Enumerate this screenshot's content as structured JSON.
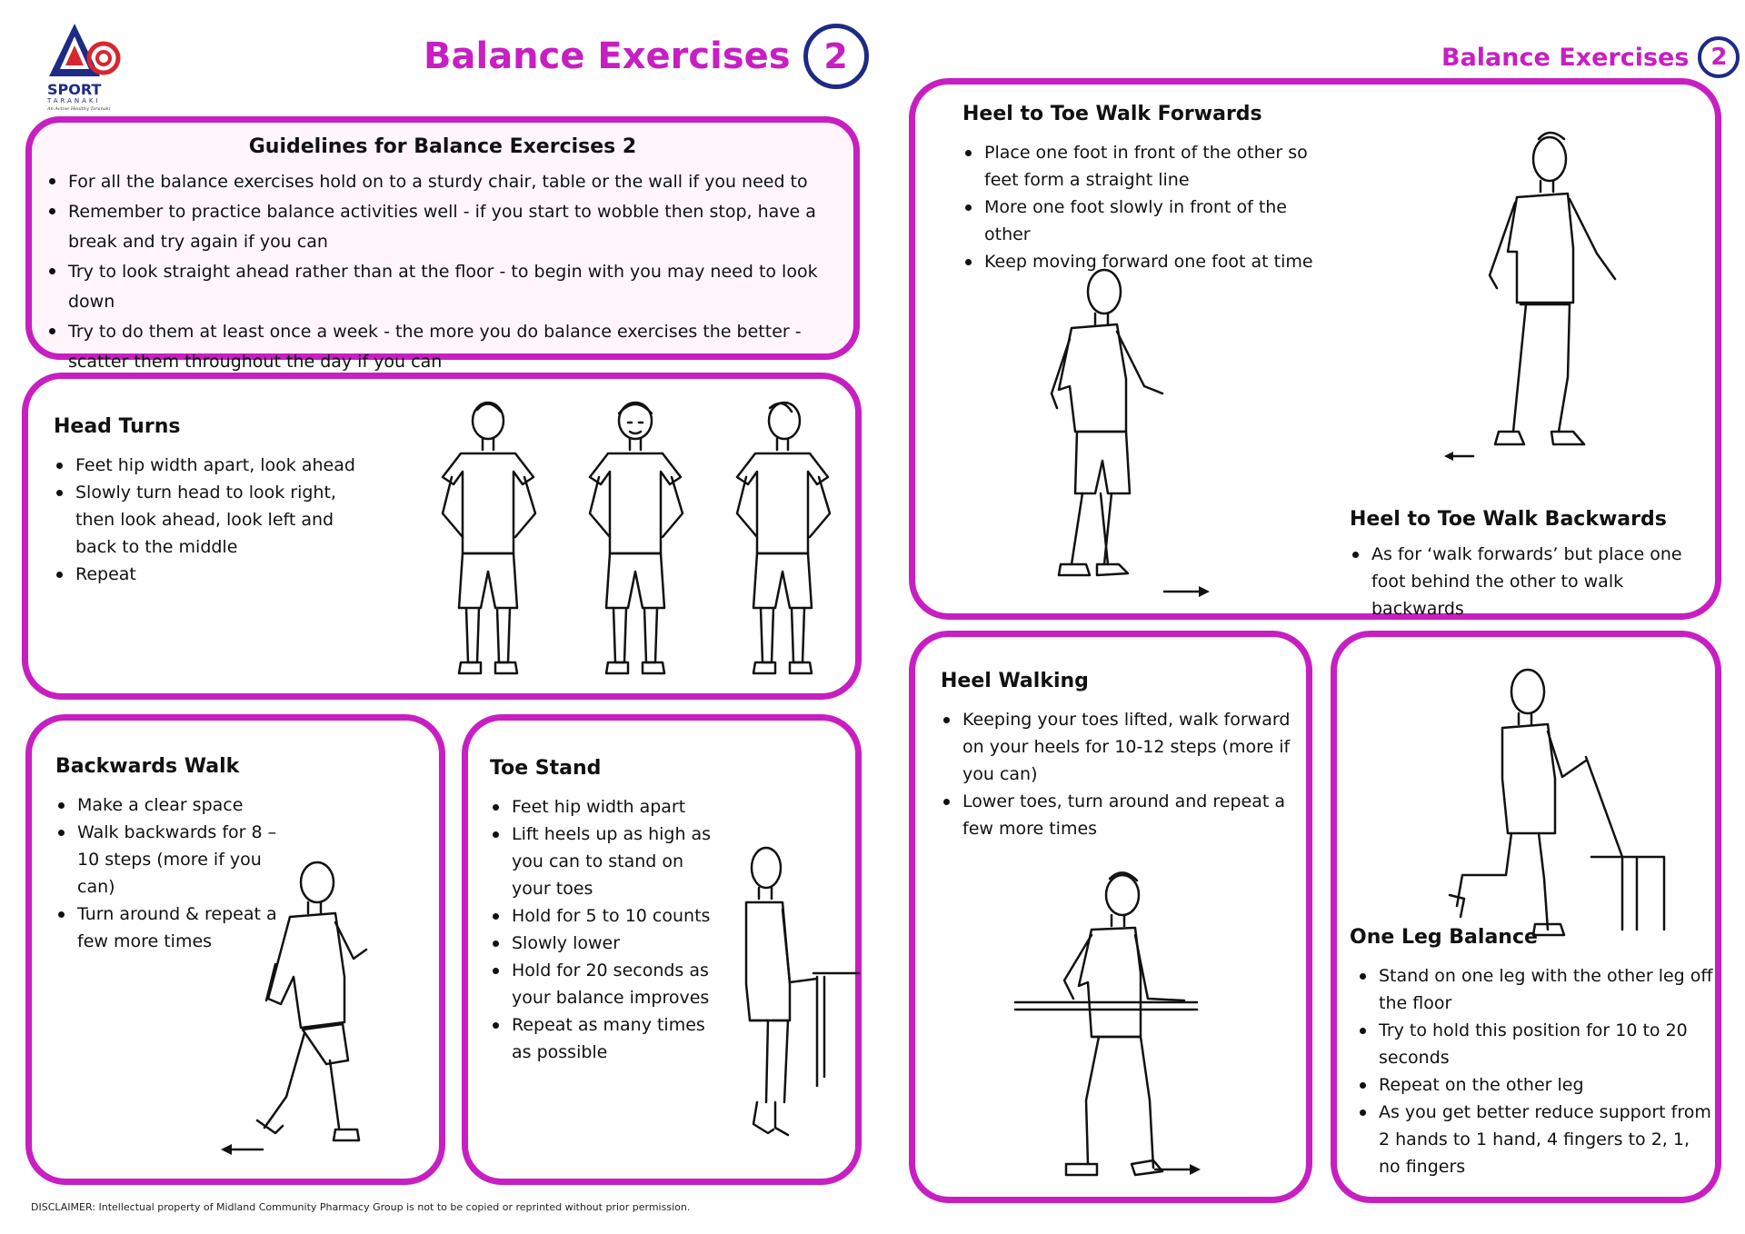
{
  "header": {
    "title": "Balance Exercises",
    "number": "2",
    "right_title": "Balance Exercises",
    "right_number": "2"
  },
  "logo": {
    "brand_line1": "SPORT",
    "brand_line2": "TARANAKI",
    "tagline": "An Active Healthy Taranaki"
  },
  "guidelines": {
    "heading": "Guidelines for Balance Exercises 2",
    "items": [
      "For all the balance exercises hold on to a sturdy chair, table or the wall if you need to",
      "Remember to practice balance activities well - if you start to wobble then stop, have a break and try again if you can",
      "Try to look straight ahead rather than at the floor - to begin with you may need to look down",
      "Try to do them at least once a week - the more you do balance exercises the better - scatter them throughout the day if you can"
    ]
  },
  "head_turns": {
    "heading": "Head Turns",
    "items": [
      "Feet hip width apart, look ahead",
      "Slowly turn head to look right, then look ahead, look left and back to the middle",
      "Repeat"
    ]
  },
  "backwards_walk": {
    "heading": "Backwards Walk",
    "items": [
      "Make a clear space",
      "Walk backwards for 8 – 10 steps (more if you can)",
      "Turn around & repeat a few more times"
    ]
  },
  "toe_stand": {
    "heading": "Toe Stand",
    "items": [
      "Feet hip width apart",
      "Lift heels up as high as you can to stand on your toes",
      "Hold for 5 to 10 counts",
      "Slowly lower",
      "Hold for 20 seconds as your balance improves",
      "Repeat as many times as possible"
    ]
  },
  "heel_to_toe": {
    "heading_forwards": "Heel to Toe Walk Forwards",
    "items_forwards": [
      "Place one foot in front of the other so feet form a straight line",
      "More one foot slowly in front of the other",
      "Keep moving forward one foot at time"
    ],
    "heading_backwards": "Heel to Toe Walk Backwards",
    "items_backwards": [
      "As for ‘walk forwards’ but place one foot behind the other to walk backwards"
    ]
  },
  "heel_walking": {
    "heading": "Heel Walking",
    "items": [
      "Keeping your toes lifted, walk forward on your heels for 10-12 steps (more if you can)",
      "Lower toes, turn around and repeat a few more times"
    ]
  },
  "one_leg_balance": {
    "heading": "One Leg Balance",
    "items": [
      "Stand on one leg with the other leg off the floor",
      "Try to hold this position for 10 to 20 seconds",
      "Repeat on the other leg",
      "As you get better reduce support from 2 hands to 1 hand, 4 fingers to 2, 1, no fingers"
    ]
  },
  "disclaimer": "DISCLAIMER:  Intellectual property of Midland Community Pharmacy Group is not to be copied or reprinted without prior permission.",
  "colors": {
    "accent": "#c71fc2",
    "circle_border": "#1d2b86",
    "guideline_bg": "#fff5fb"
  }
}
